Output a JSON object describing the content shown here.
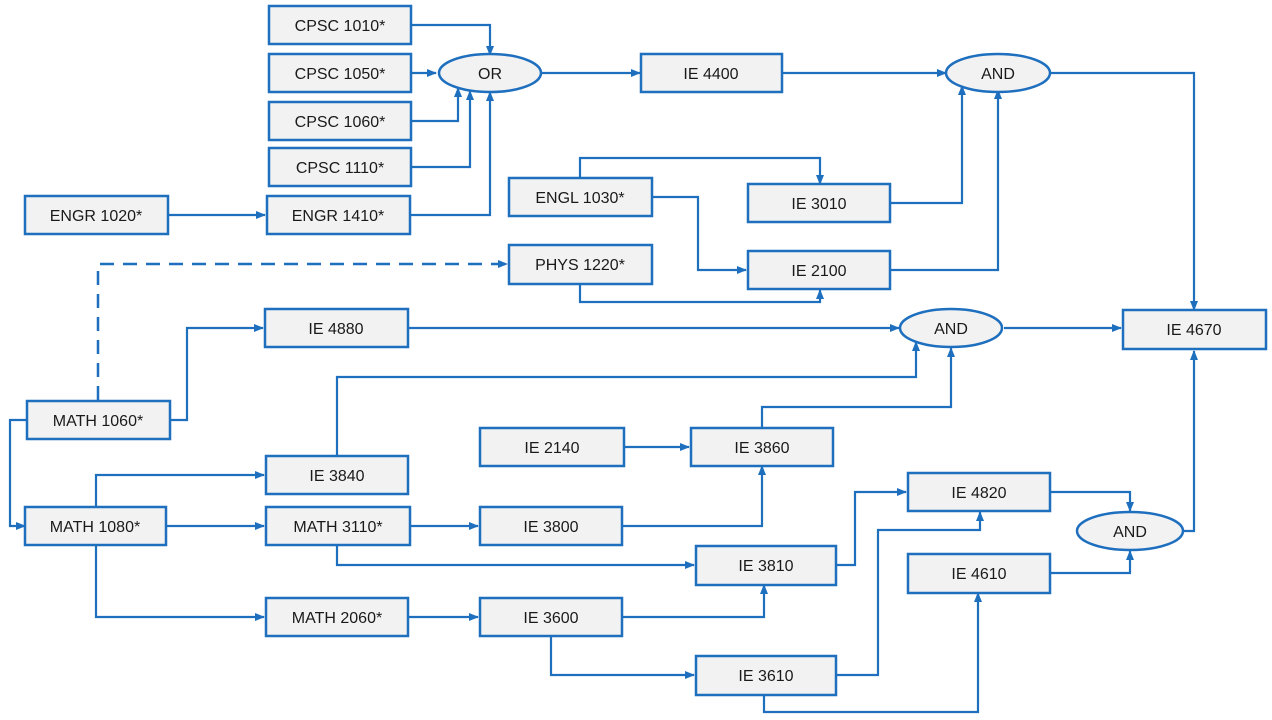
{
  "nodes": {
    "cpsc1010": "CPSC 1010*",
    "cpsc1050": "CPSC 1050*",
    "cpsc1060": "CPSC 1060*",
    "cpsc1110": "CPSC 1110*",
    "engr1020": "ENGR 1020*",
    "engr1410": "ENGR 1410*",
    "or1": "OR",
    "ie4400": "IE 4400",
    "and1": "AND",
    "engl1030": "ENGL 1030*",
    "ie3010": "IE 3010",
    "phys1220": "PHYS 1220*",
    "ie2100": "IE 2100",
    "ie4880": "IE 4880",
    "and2": "AND",
    "ie4670": "IE 4670",
    "math1060": "MATH 1060*",
    "ie2140": "IE 2140",
    "ie3860": "IE 3860",
    "ie3840": "IE 3840",
    "ie4820": "IE 4820",
    "math1080": "MATH 1080*",
    "math3110": "MATH 3110*",
    "ie3800": "IE 3800",
    "and3": "AND",
    "ie3810": "IE 3810",
    "ie4610": "IE 4610",
    "math2060": "MATH 2060*",
    "ie3600": "IE 3600",
    "ie3610": "IE 3610"
  },
  "colors": {
    "stroke": "#1f6fbf",
    "fill": "#f2f2f2"
  }
}
